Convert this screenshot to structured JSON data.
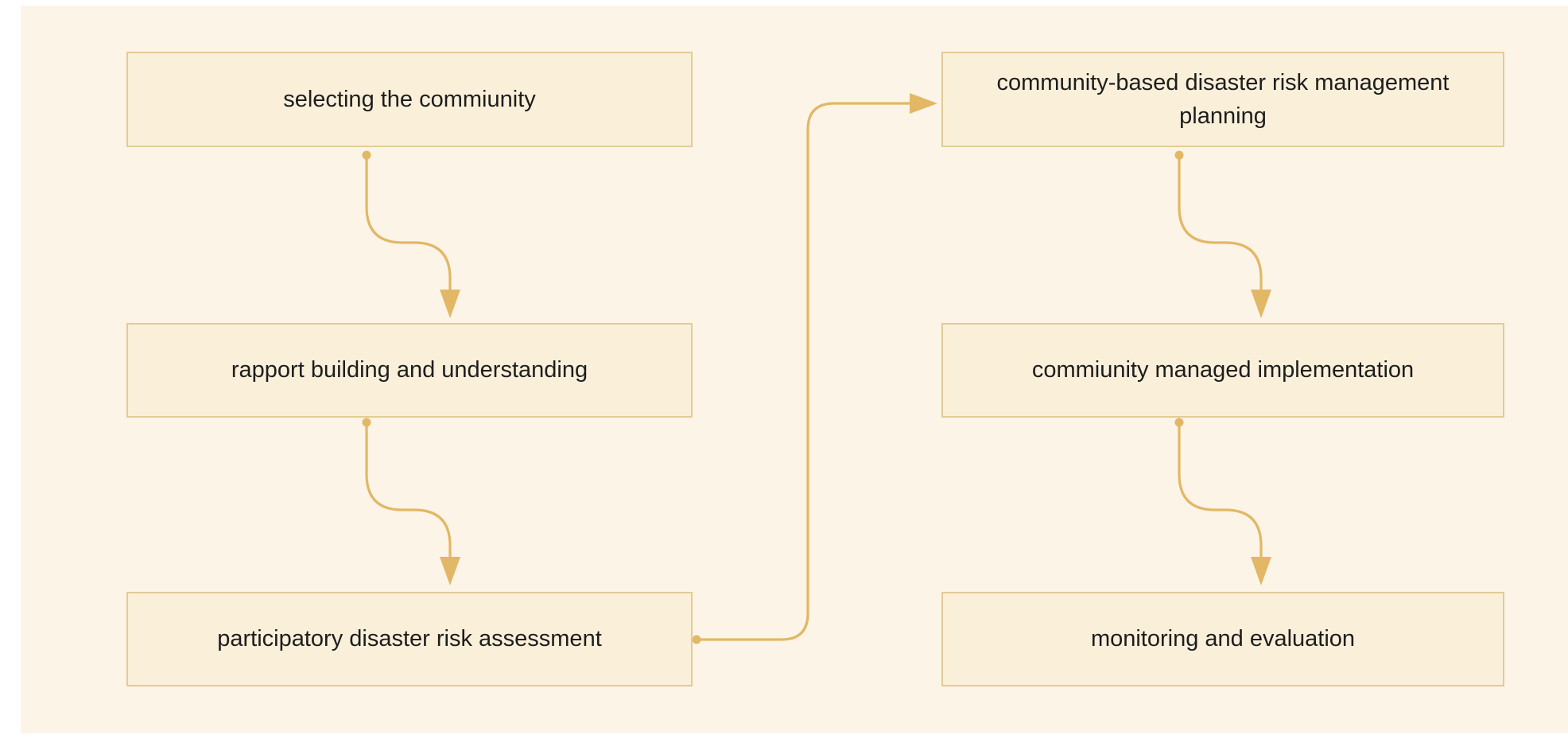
{
  "diagram": {
    "type": "flowchart",
    "nodes": [
      {
        "id": "selecting-community",
        "label": "selecting the commiunity"
      },
      {
        "id": "rapport-building",
        "label": "rapport building and understanding"
      },
      {
        "id": "participatory-dra",
        "label": "participatory disaster risk assessment"
      },
      {
        "id": "cbdrm-planning",
        "label": "community-based disaster risk management planning"
      },
      {
        "id": "community-managed-impl",
        "label": "commiunity managed implementation"
      },
      {
        "id": "monitoring-evaluation",
        "label": "monitoring and evaluation"
      }
    ],
    "edges": [
      {
        "from": "selecting-community",
        "to": "rapport-building"
      },
      {
        "from": "rapport-building",
        "to": "participatory-dra"
      },
      {
        "from": "participatory-dra",
        "to": "cbdrm-planning"
      },
      {
        "from": "cbdrm-planning",
        "to": "community-managed-impl"
      },
      {
        "from": "community-managed-impl",
        "to": "monitoring-evaluation"
      }
    ],
    "colors": {
      "page_margin": "#ffffff",
      "canvas_background": "#fdf4e8",
      "node_fill": "#faf0da",
      "node_border": "#e3cb96",
      "connector": "#e2b765",
      "text": "#1d1d1d"
    }
  }
}
